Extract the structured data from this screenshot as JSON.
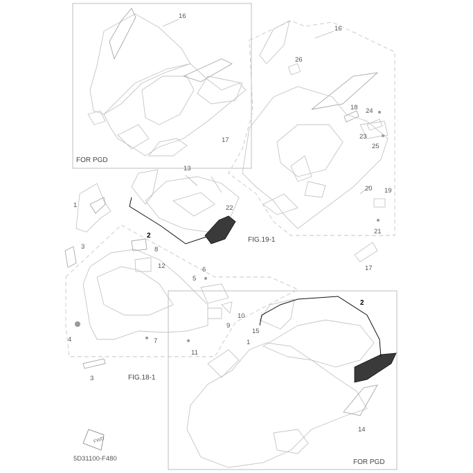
{
  "labels": {
    "n1": "1",
    "n2": "2",
    "n3": "3",
    "n4": "4",
    "n5": "5",
    "n6": "6",
    "n7": "7",
    "n8": "8",
    "n9": "9",
    "n10": "10",
    "n11": "11",
    "n12": "12",
    "n13": "13",
    "n14": "14",
    "n15": "15",
    "n16": "16",
    "n17": "17",
    "n18": "18",
    "n19": "19",
    "n20": "20",
    "n21": "21",
    "n22": "22",
    "n23": "23",
    "n24": "24",
    "n25": "25",
    "n26": "26"
  },
  "captions": {
    "for_pgd": "FOR PGD",
    "fig_19_1": "FIG.19-1",
    "fig_18_1": "FIG.18-1",
    "fwd": "FWD",
    "code": "5D31100-F480"
  },
  "colors": {
    "line": "#c4c4c4",
    "label": "#555555",
    "decal": "#111111"
  }
}
